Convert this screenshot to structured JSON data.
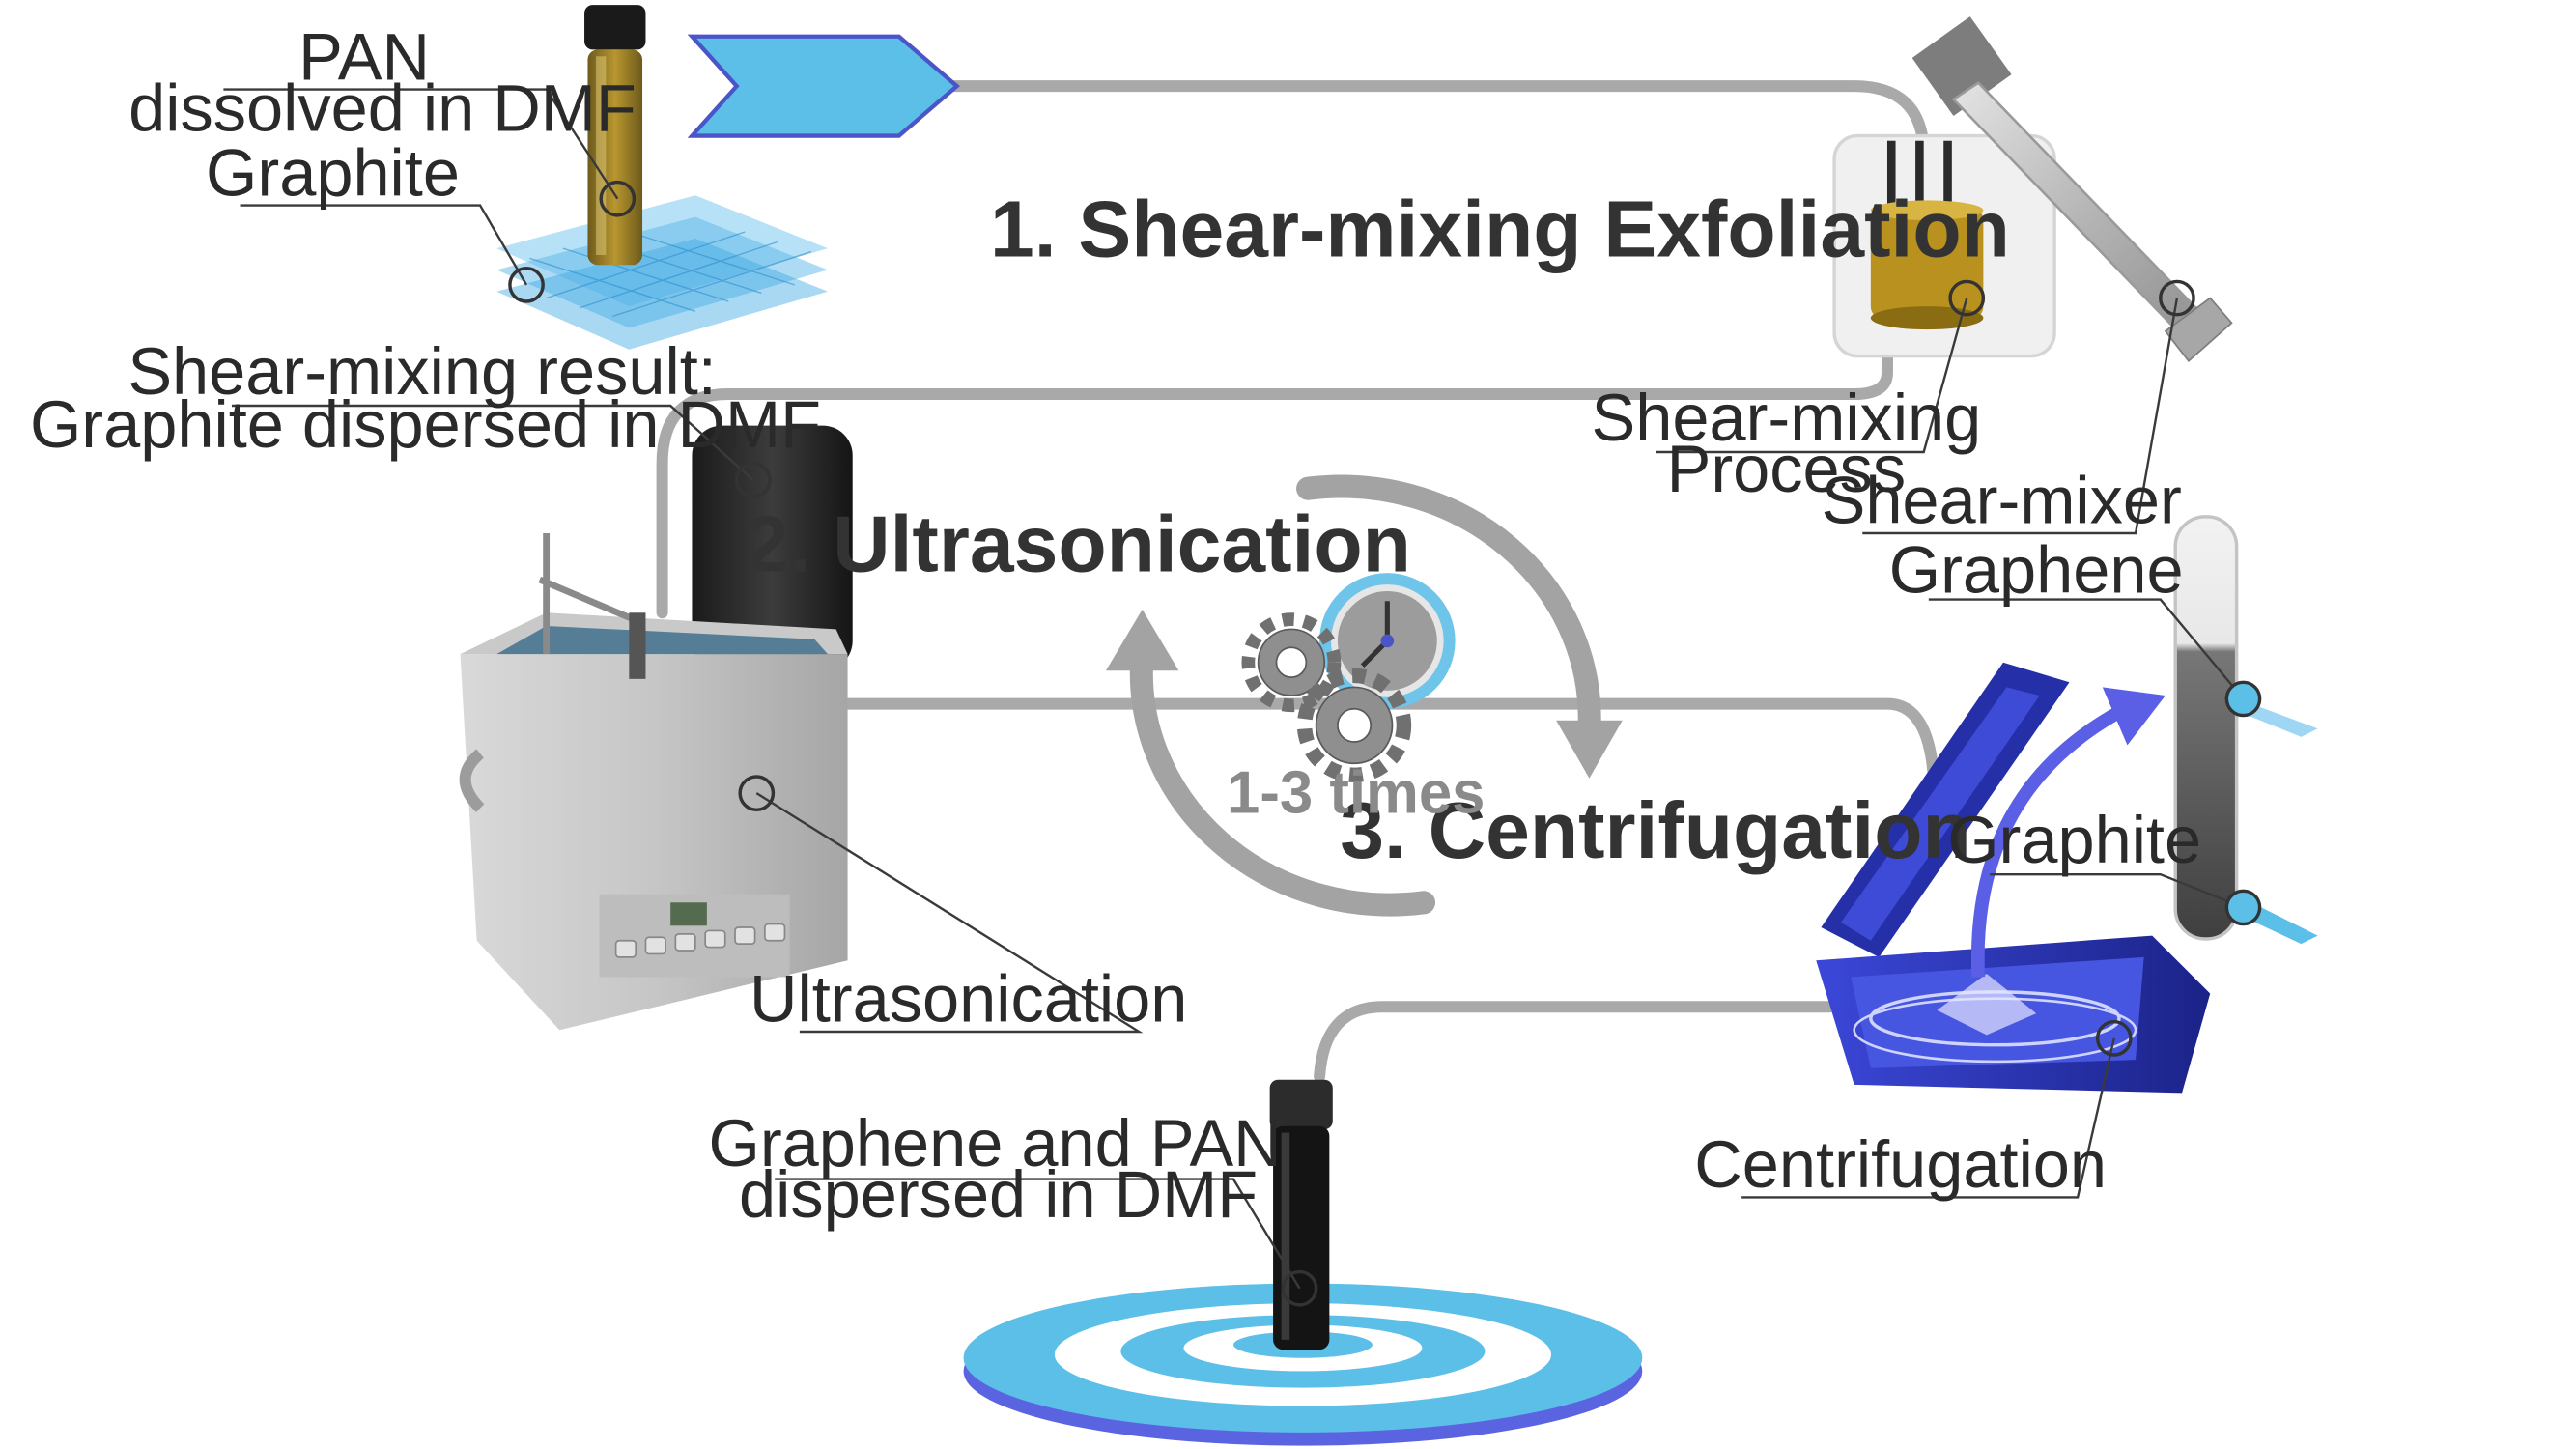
{
  "steps": {
    "shear_mixing": "1. Shear-mixing Exfoliation",
    "ultrasonication": "2. Ultrasonication",
    "centrifugation": "3. Centrifugation"
  },
  "repeat_label": "1-3 times",
  "labels": {
    "pan_line1": "PAN",
    "pan_line2": "dissolved in DMF",
    "graphite_top": "Graphite",
    "result_line1": "Shear-mixing result:",
    "result_line2": "Graphite dispersed in DMF",
    "process_line1": "Shear-mixing",
    "process_line2": "Process",
    "shear_mixer": "Shear-mixer",
    "graphene_tube": "Graphene",
    "graphite_tube": "Graphite",
    "ultrasonication_device": "Ultrasonication",
    "product_line1": "Graphene and PAN",
    "product_line2": "dispersed in DMF",
    "centrifugation_device": "Centrifugation"
  },
  "colors": {
    "flow_line": "#a9a9a9",
    "arrow_tag": "#5bbfe8",
    "centrifuge": "#2a35b8",
    "platform": "#5bbfe8",
    "cycle_arrow": "#a3a3a3",
    "clock": "#6fc4ea"
  },
  "icons": [
    "gear-icon",
    "clock-icon",
    "cycle-arrow-icon"
  ]
}
